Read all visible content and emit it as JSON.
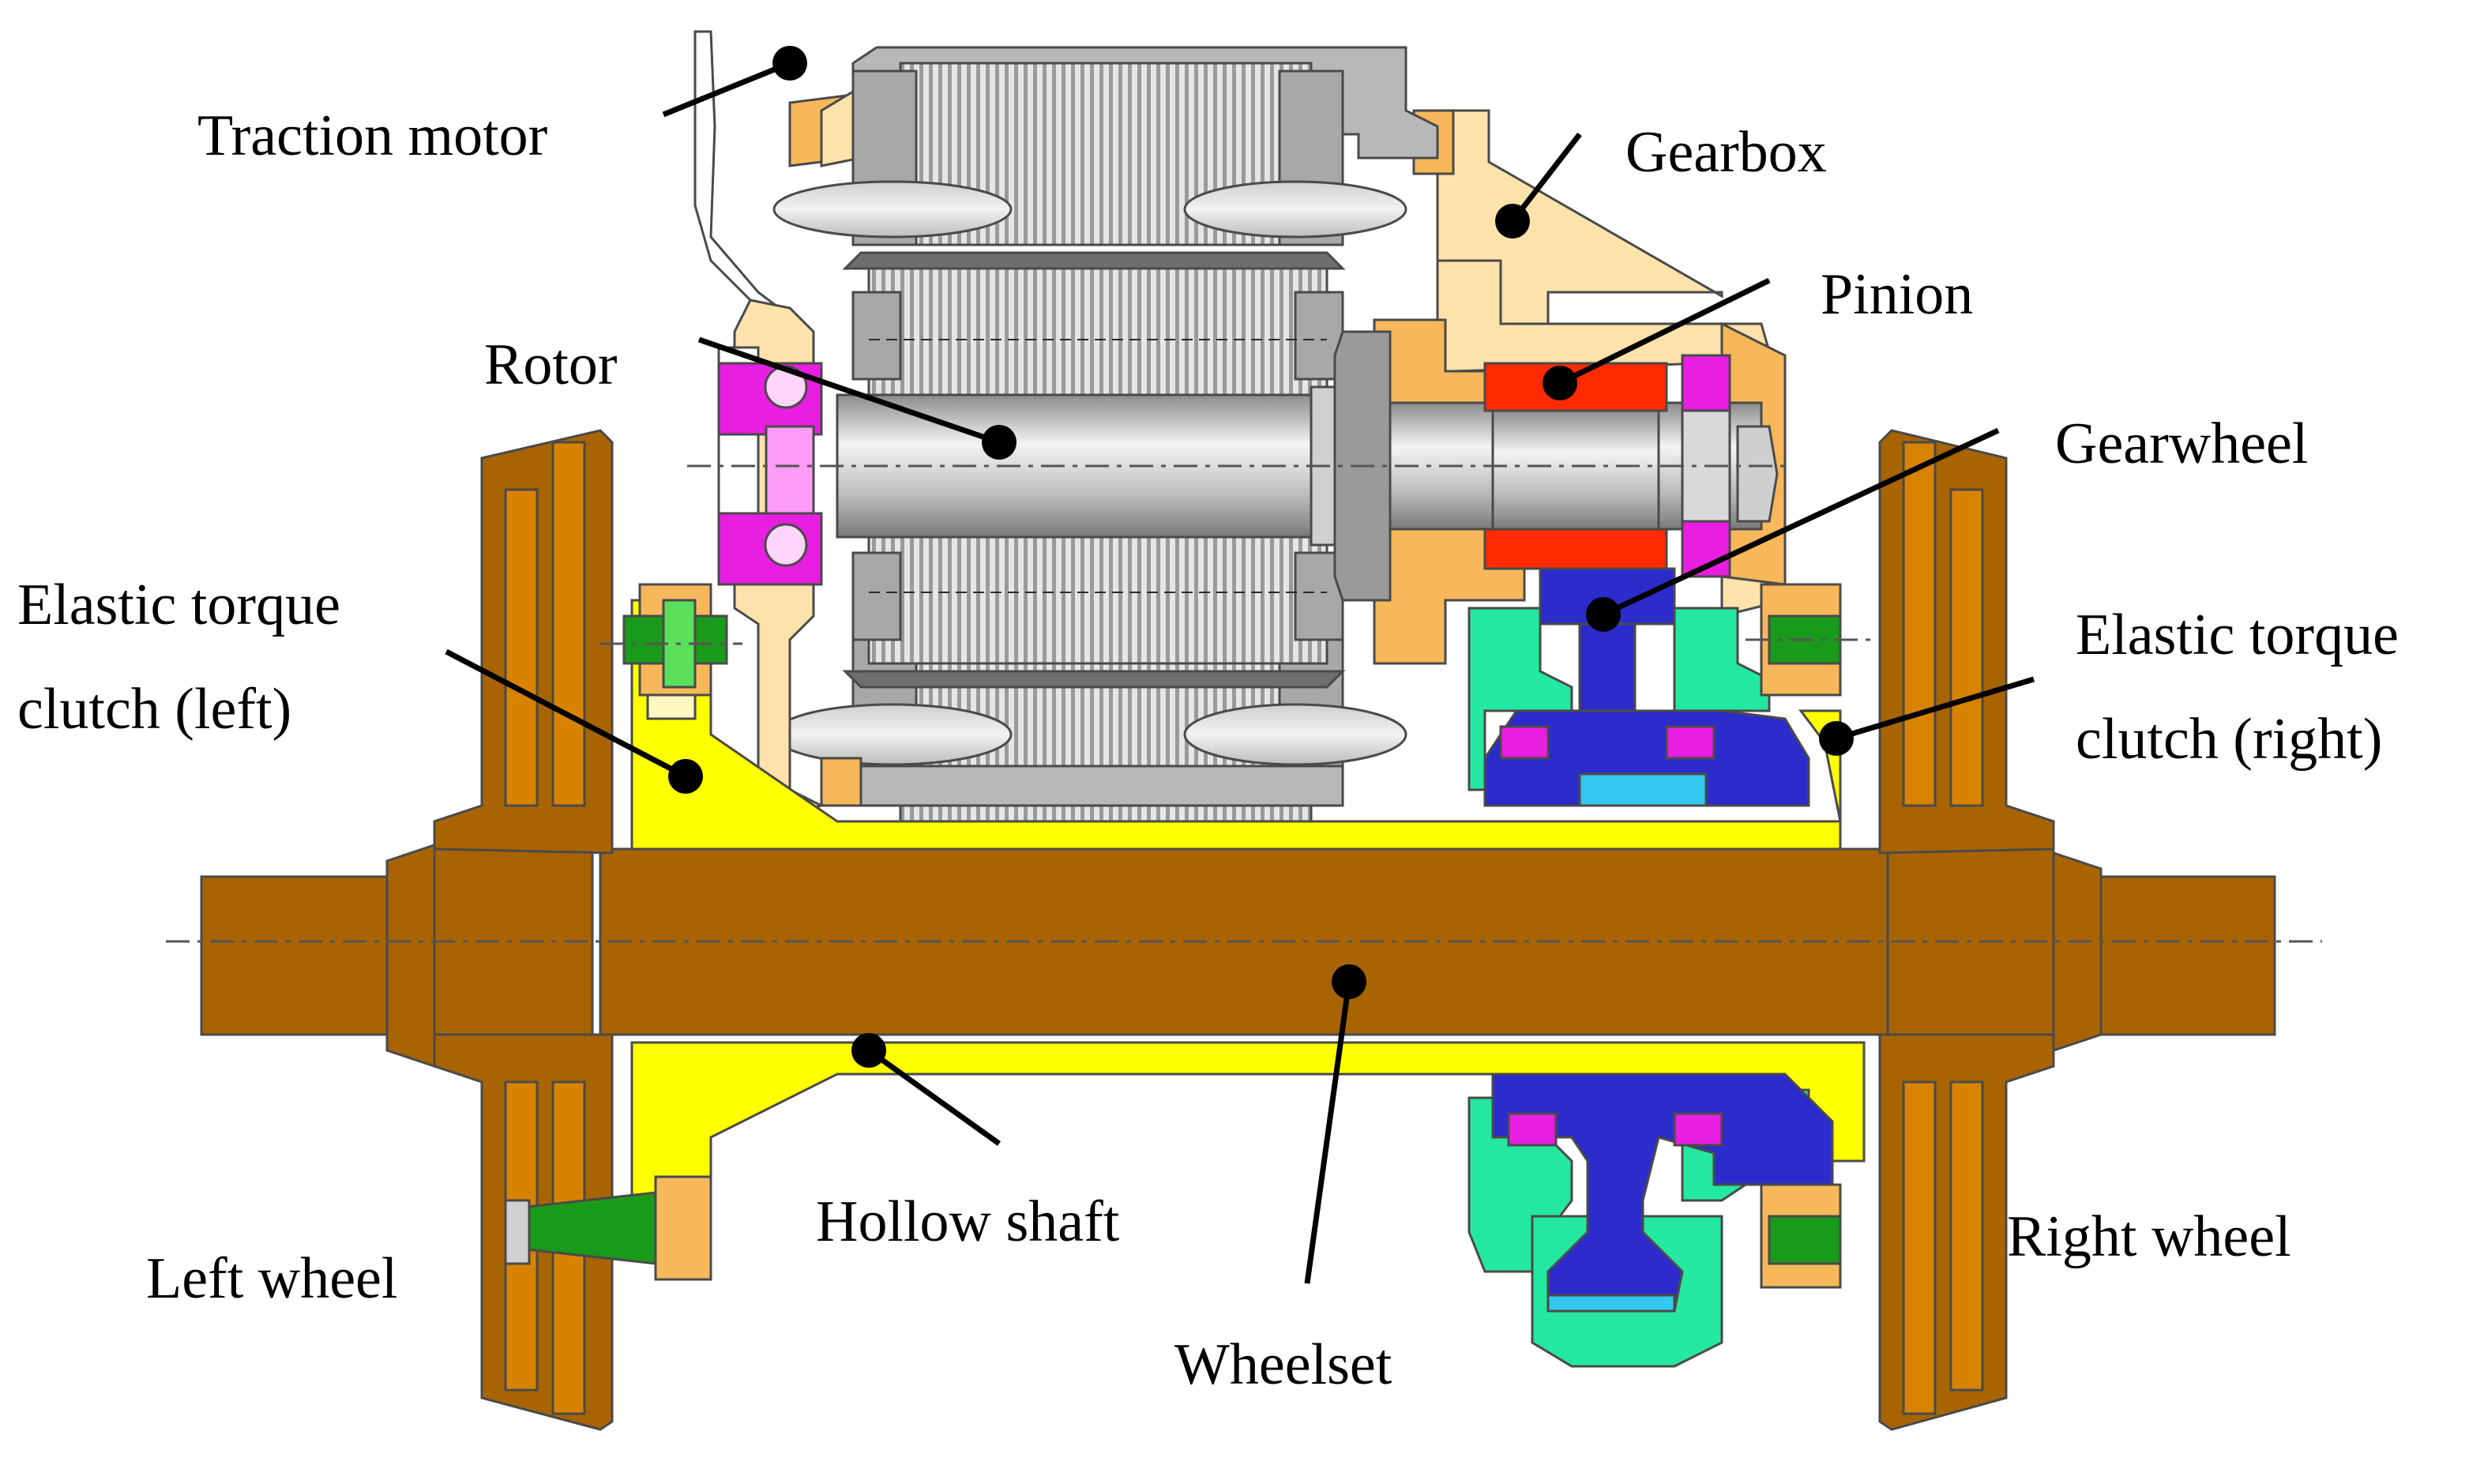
{
  "labels": {
    "traction_motor": "Traction motor",
    "gearbox": "Gearbox",
    "pinion": "Pinion",
    "rotor": "Rotor",
    "gearwheel": "Gearwheel",
    "elastic_left_1": "Elastic torque",
    "elastic_left_2": "clutch (left)",
    "elastic_right_1": "Elastic torque",
    "elastic_right_2": "clutch (right)",
    "hollow_shaft": "Hollow shaft",
    "left_wheel": "Left wheel",
    "right_wheel": "Right wheel",
    "wheelset": "Wheelset"
  },
  "colors": {
    "axle": "#a86402",
    "wheel_outer": "#d88300",
    "hollow_shaft": "#ffff00",
    "gearbox": "#fde3ab",
    "motor_grey": "#b8b8b8",
    "pinion": "#ff2a00",
    "gearwheel": "#2c2ccc",
    "bearing": "#e81ee0",
    "gear_housing": "#25e8a0",
    "clutch_green": "#1a9a1a",
    "light_blue": "#33c8f0"
  }
}
